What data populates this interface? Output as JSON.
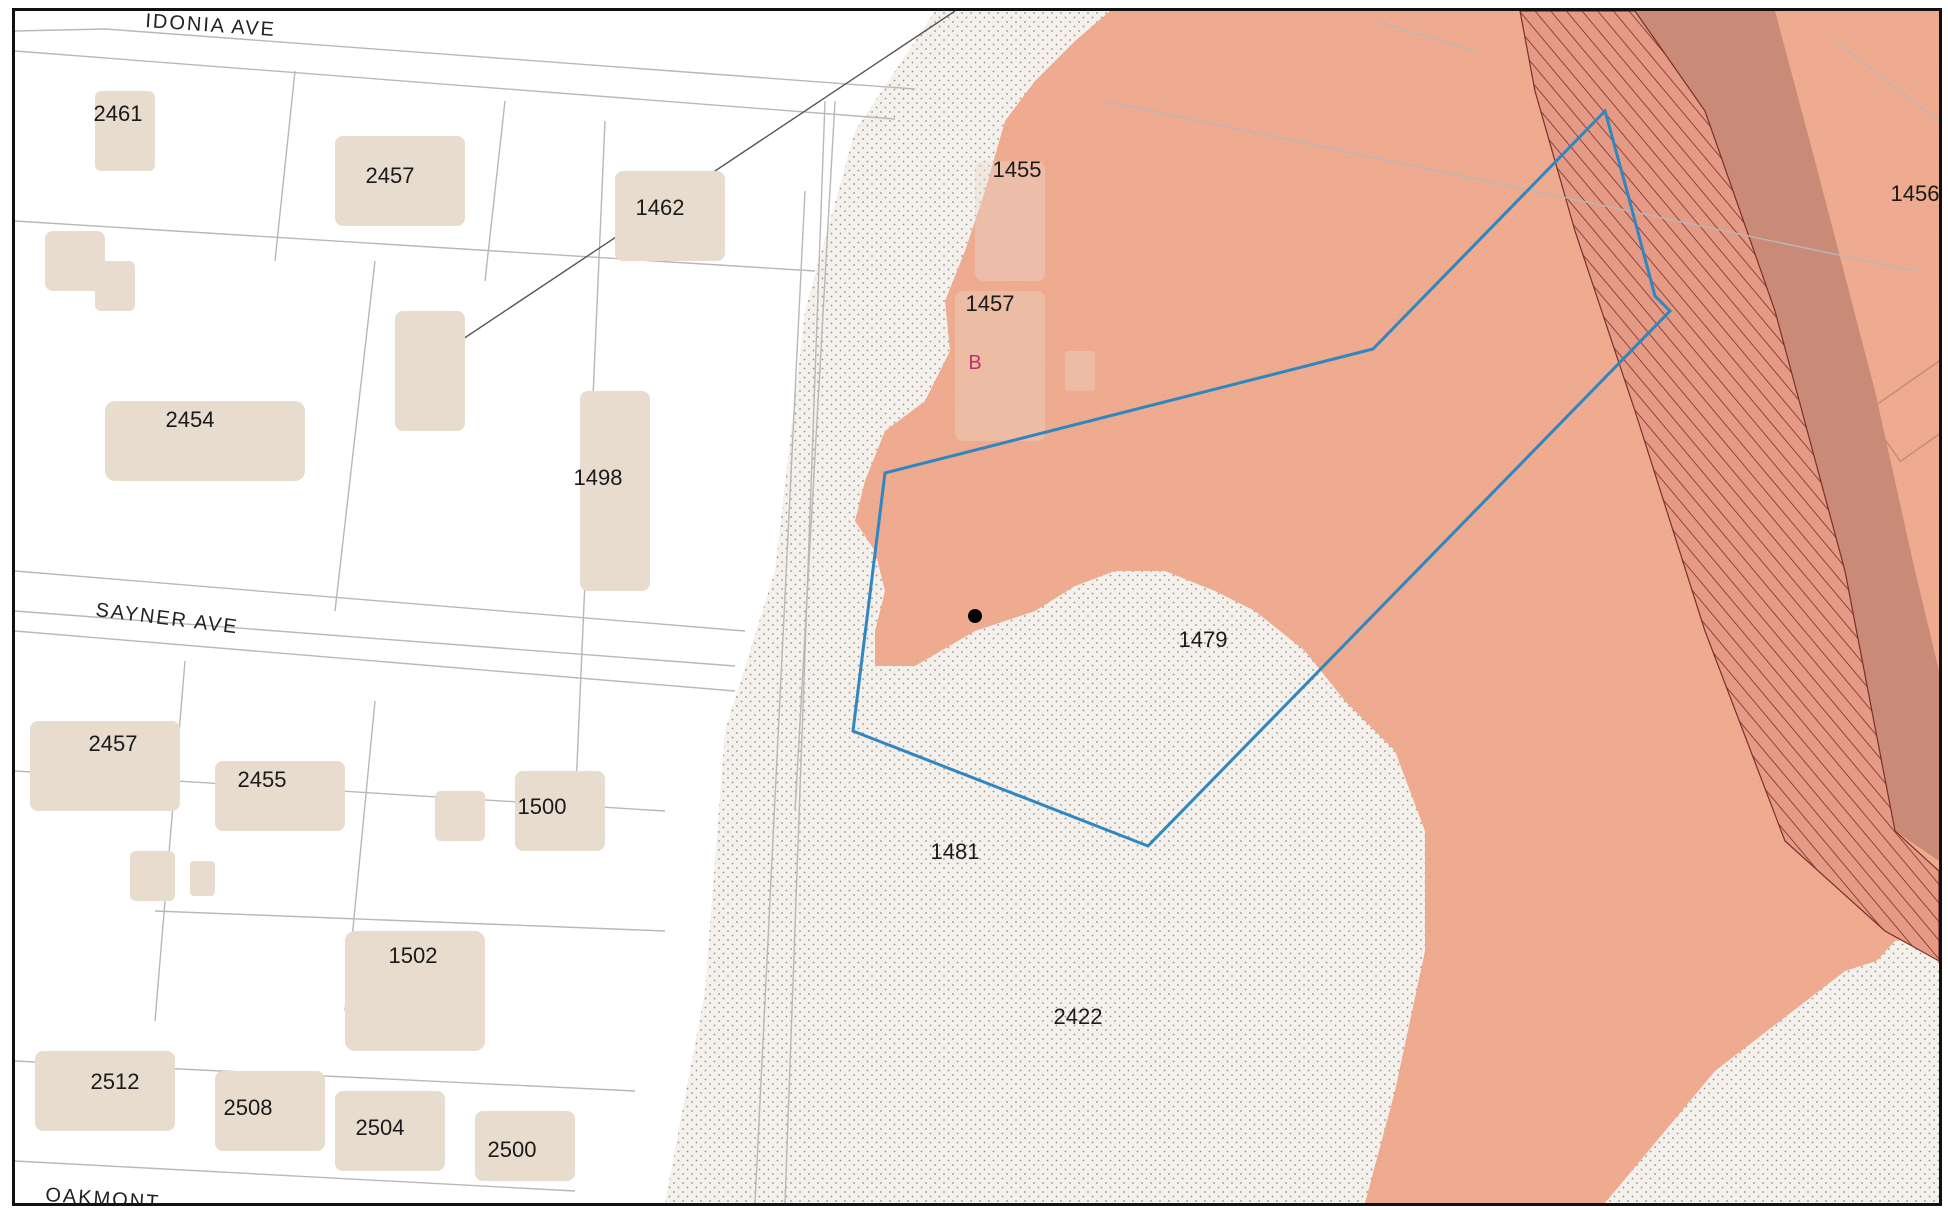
{
  "map": {
    "streets": {
      "idonia": "IDONIA AVE",
      "sayner": "SAYNER AVE",
      "oakmont": "OAKMONT"
    },
    "parcels": {
      "p2461": "2461",
      "p2457n": "2457",
      "p1462": "1462",
      "p1455": "1455",
      "p1457": "1457",
      "p1456": "1456",
      "p2454": "2454",
      "p1498": "1498",
      "p1479": "1479",
      "p2457s": "2457",
      "p2455": "2455",
      "p1500": "1500",
      "p1481": "1481",
      "p1502": "1502",
      "p2422": "2422",
      "p2512": "2512",
      "p2508": "2508",
      "p2504": "2504",
      "p2500": "2500"
    },
    "zone_label": "B",
    "colors": {
      "hazard_zone": "#eda68a",
      "hazard_zone_dark": "#c98a77",
      "stipple_area": "#f3efea",
      "subject_outline": "#2f86c0",
      "building": "#e8dccf",
      "parcel_line": "#b8b8b8"
    }
  }
}
